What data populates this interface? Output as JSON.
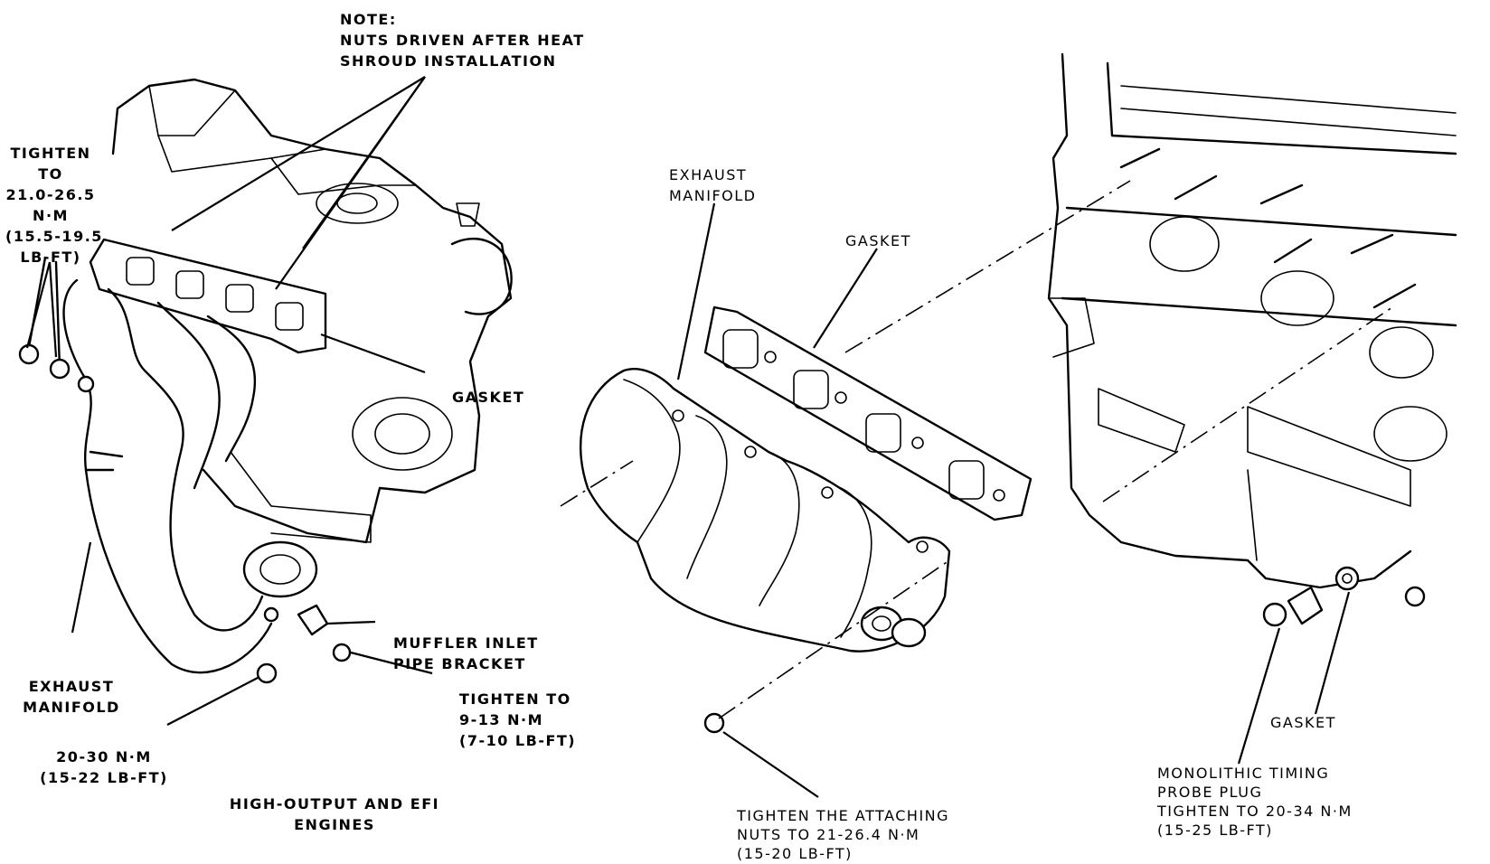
{
  "figure": {
    "note": {
      "lines": [
        "NOTE:",
        "NUTS DRIVEN AFTER HEAT",
        "SHROUD INSTALLATION"
      ]
    },
    "left_view": {
      "torque_stud": {
        "lines": [
          "TIGHTEN",
          "TO",
          "21.0-26.5",
          "N·m",
          "(15.5-19.5",
          "LB-FT)"
        ]
      },
      "gasket": "GASKET",
      "exhaust_manifold": {
        "lines": [
          "EXHAUST",
          "MANIFOLD"
        ]
      },
      "muffler_bracket": {
        "lines": [
          "MUFFLER INLET",
          "PIPE BRACKET"
        ]
      },
      "bracket_nut": {
        "lines": [
          "TIGHTEN TO",
          "9-13 N·m",
          "(7-10 LB-FT)"
        ]
      },
      "pipe_nut": {
        "lines": [
          "20-30 N·m",
          "(15-22 LB-FT)"
        ]
      },
      "caption": {
        "lines": [
          "HIGH-OUTPUT AND EFI",
          "ENGINES"
        ]
      }
    },
    "right_view": {
      "exhaust_manifold": {
        "lines": [
          "EXHAUST",
          "MANIFOLD"
        ]
      },
      "gasket_top": "GASKET",
      "attaching_nuts": {
        "lines": [
          "TIGHTEN THE ATTACHING",
          "NUTS TO 21-26.4 N·m",
          "(15-20 LB-FT)"
        ]
      },
      "gasket_bottom": "GASKET",
      "probe_plug": {
        "lines": [
          "MONOLITHIC TIMING",
          "PROBE PLUG",
          "TIGHTEN TO 20-34 N·m",
          "(15-25 LB-FT)"
        ]
      }
    }
  },
  "colors": {
    "ink": "#000000",
    "paper": "#ffffff"
  }
}
